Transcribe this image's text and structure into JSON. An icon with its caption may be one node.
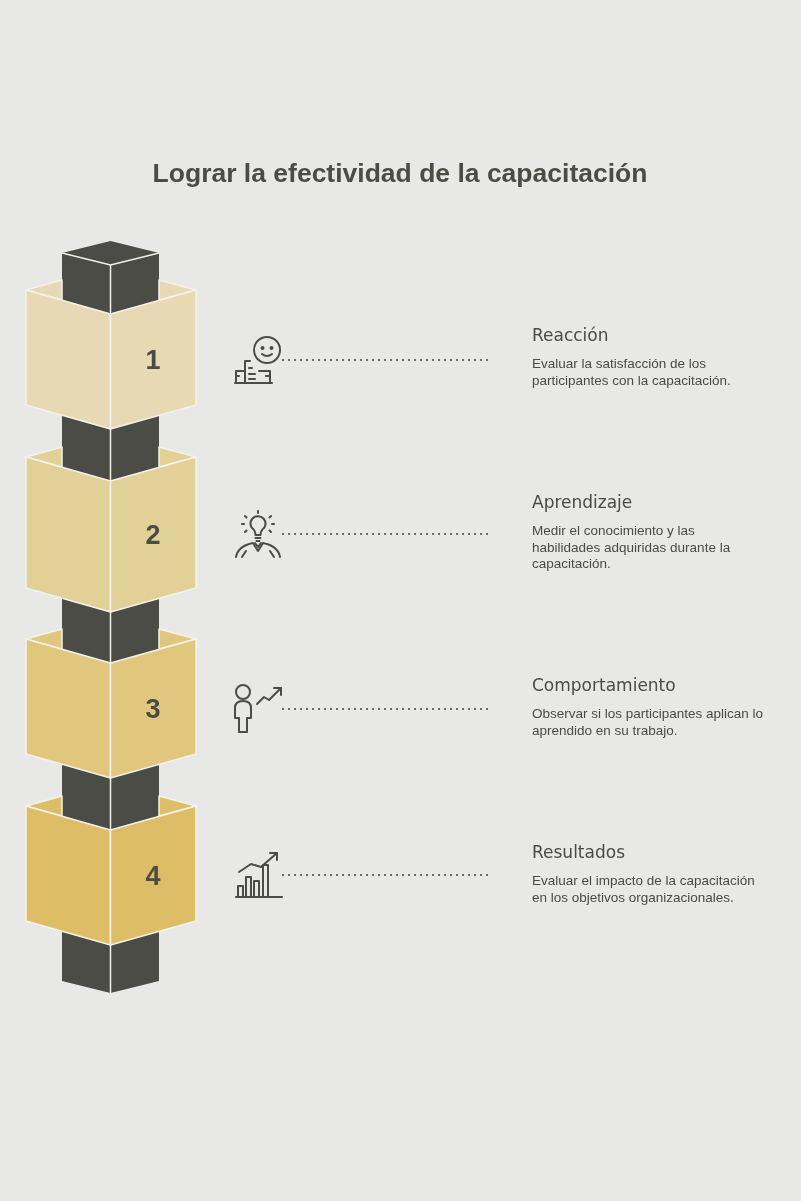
{
  "diagram": {
    "title": "Lograr la efectividad de la capacitación",
    "nodes": [
      {
        "text": [
          "1"
        ]
      },
      {
        "text": [],
        "shape": "picture"
      },
      {
        "text": [
          "Reacción",
          "Evaluar la satisfacción de los participantes con la capacitación."
        ]
      },
      {
        "text": [
          "2"
        ]
      },
      {
        "text": [],
        "shape": "picture"
      },
      {
        "text": [
          "Aprendizaje",
          "Medir el conocimiento y las habilidades adquiridas durante la capacitación."
        ]
      },
      {
        "text": [
          "3"
        ]
      },
      {
        "text": [],
        "shape": "picture"
      },
      {
        "text": [
          "Comportamiento",
          "Observar si los participantes aplican lo aprendido en su trabajo."
        ]
      },
      {
        "text": [
          "4"
        ]
      },
      {
        "text": [],
        "shape": "picture"
      },
      {
        "text": [
          "Resultados",
          "Evaluar el impacto de la capacitación en los objetivos organizacionales."
        ]
      }
    ],
    "edges": [
      {
        "from": 1,
        "to": 2,
        "arrow": "none",
        "style": "dashed"
      },
      {
        "from": 4,
        "to": 5,
        "arrow": "none",
        "style": "dashed"
      },
      {
        "from": 7,
        "to": 8,
        "arrow": "none",
        "style": "dashed"
      },
      {
        "from": 10,
        "to": 11,
        "arrow": "none",
        "style": "dashed"
      }
    ]
  }
}
